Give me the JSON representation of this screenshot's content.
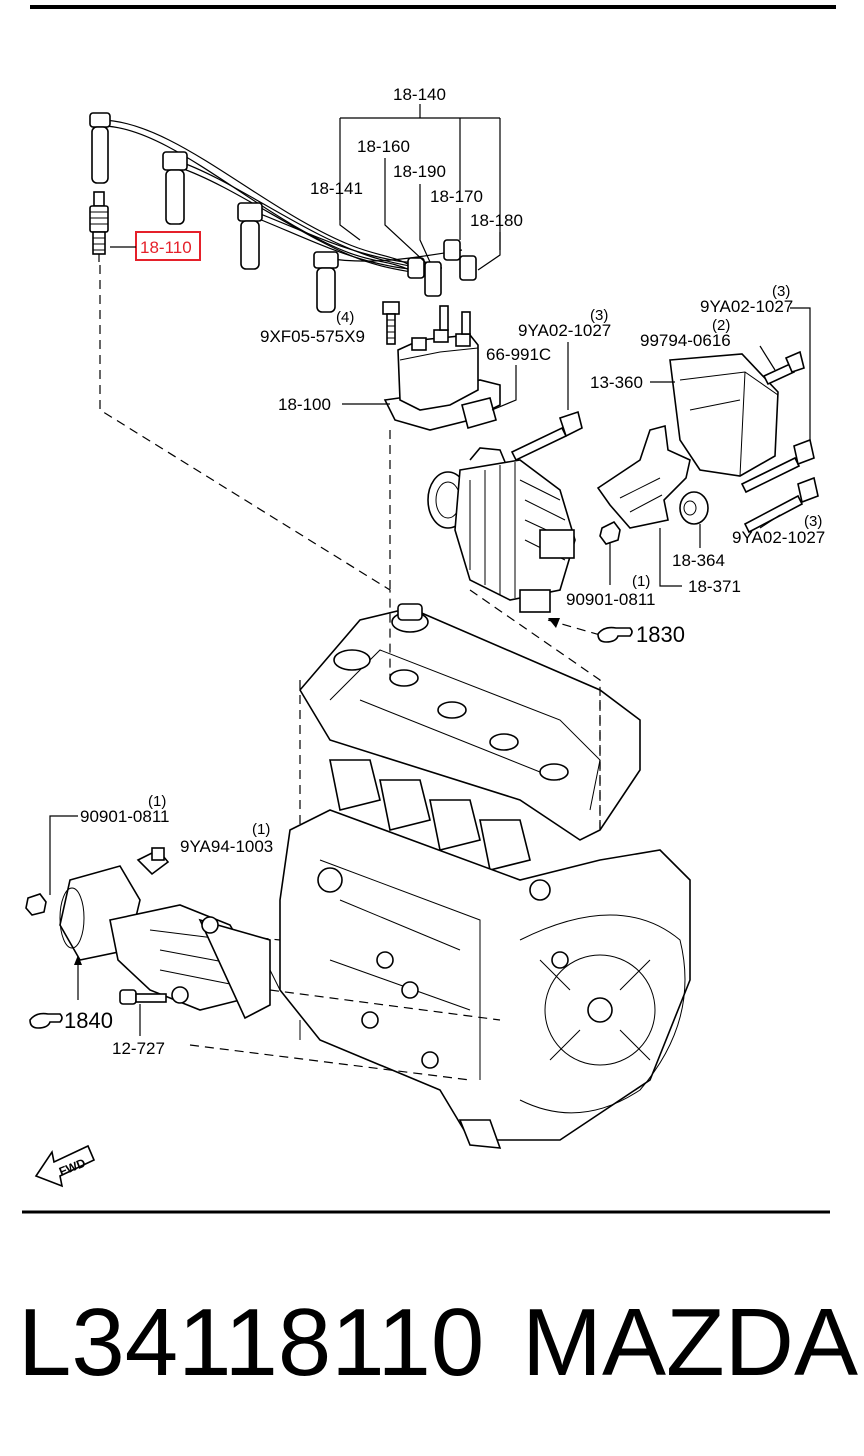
{
  "callouts": {
    "c_18_140": "18-140",
    "c_18_160": "18-160",
    "c_18_190": "18-190",
    "c_18_141": "18-141",
    "c_18_170": "18-170",
    "c_18_180": "18-180",
    "c_18_110": "18-110",
    "c_9xf05": "9XF05-575X9",
    "c_9xf05_qty": "(4)",
    "c_9ya02_a": "9YA02-1027",
    "c_9ya02_a_qty": "(3)",
    "c_66_991c": "66-991C",
    "c_18_100": "18-100",
    "c_9ya02_b": "9YA02-1027",
    "c_9ya02_b_qty": "(3)",
    "c_99794": "99794-0616",
    "c_99794_qty": "(2)",
    "c_13_360": "13-360",
    "c_9ya02_c": "9YA02-1027",
    "c_9ya02_c_qty": "(3)",
    "c_18_364": "18-364",
    "c_18_371": "18-371",
    "c_90901_a": "90901-0811",
    "c_90901_a_qty": "(1)",
    "c_90901_b": "90901-0811",
    "c_90901_b_qty": "(1)",
    "c_9ya94": "9YA94-1003",
    "c_9ya94_qty": "(1)",
    "c_12_727": "12-727"
  },
  "refs": {
    "r_1830": "1830",
    "r_1840": "1840"
  },
  "fwd_label": "FWD",
  "highlight": {
    "part": "18-110",
    "color": "#e5202a"
  },
  "footer": {
    "part_number": "L34118110",
    "brand": "MAZDA"
  }
}
